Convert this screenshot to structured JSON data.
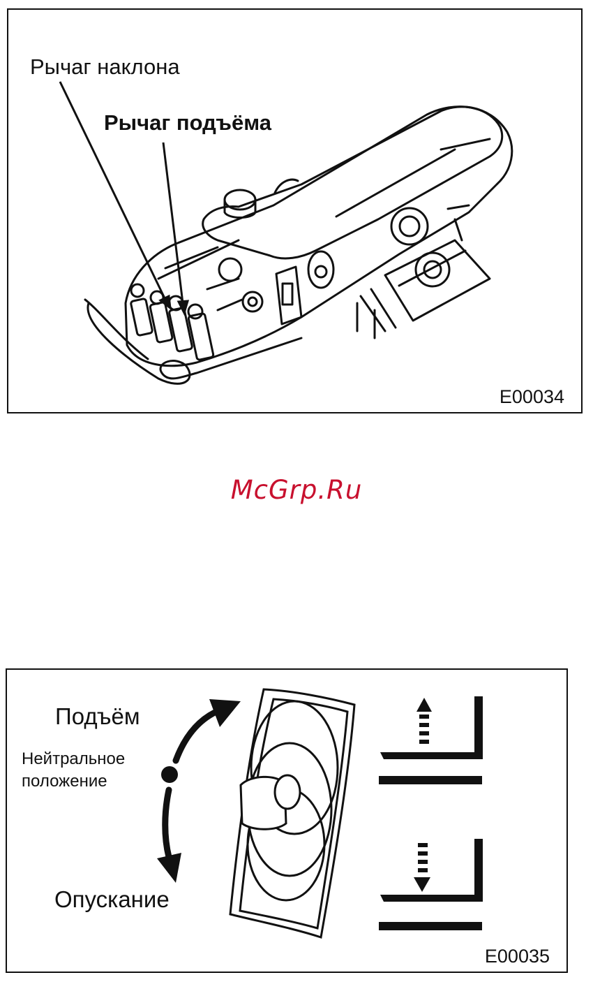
{
  "figure_1": {
    "tilt_lever_label": "Рычаг наклона",
    "lift_lever_label": "Рычаг подъёма",
    "code": "E00034"
  },
  "watermark": "McGrp.Ru",
  "figure_2": {
    "raise_label": "Подъём",
    "neutral_label_line1": "Нейтральное",
    "neutral_label_line2": "положение",
    "lower_label": "Опускание",
    "code": "E00035"
  }
}
